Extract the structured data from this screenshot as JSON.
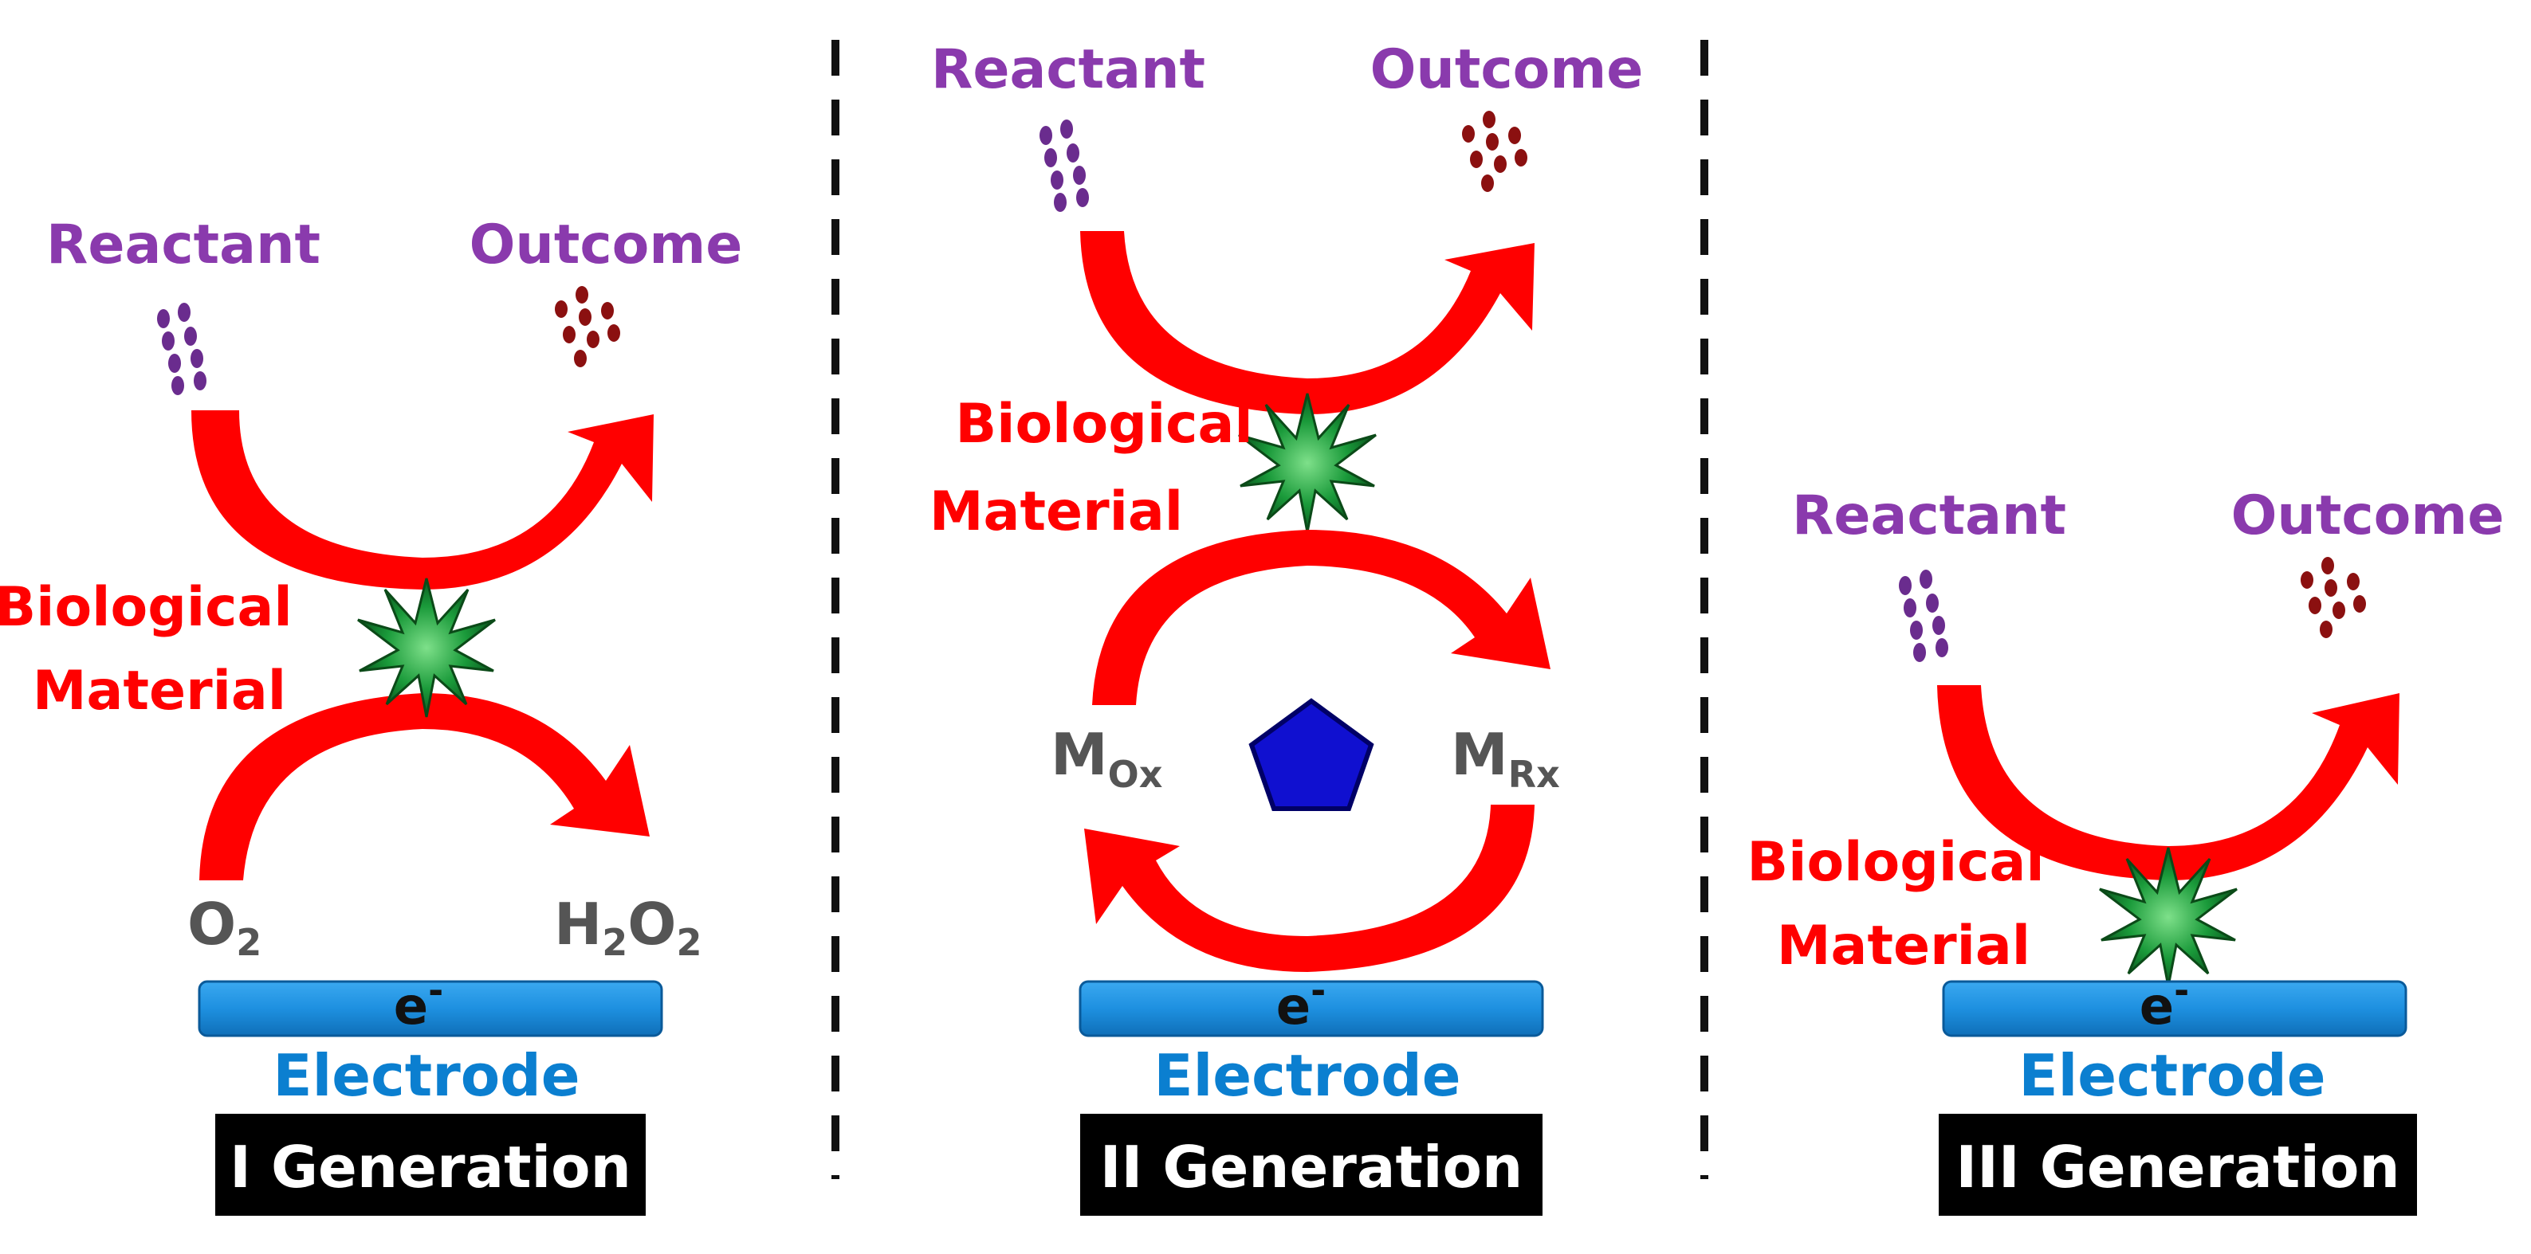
{
  "colors": {
    "arrow": "#ff0000",
    "label_purple": "#8a3aad",
    "label_red": "#ff0000",
    "species_gray": "#555555",
    "electrode_blue": "#1e90e0",
    "star_green": "#1a9a3a",
    "pentagon_blue": "#1010d0",
    "reactant_dots": "#6a2c8e",
    "outcome_dots": "#8b1010"
  },
  "icons": [
    "reactant-dots-icon",
    "outcome-dots-icon",
    "star-enzyme-icon",
    "mediator-pentagon-icon",
    "electrode-icon"
  ],
  "panels": {
    "gen1": {
      "reactant": "Reactant",
      "outcome": "Outcome",
      "bio_line1": "Biological",
      "bio_line2": "Material",
      "o2_main": "O",
      "o2_sub": "2",
      "h2o2_h": "H",
      "h2o2_sub1": "2",
      "h2o2_o": "O",
      "h2o2_sub2": "2",
      "electron": "e",
      "electron_sup": "-",
      "electrode": "Electrode",
      "generation": "I Generation"
    },
    "gen2": {
      "reactant": "Reactant",
      "outcome": "Outcome",
      "bio_line1": "Biological",
      "bio_line2": "Material",
      "m_ox_main": "M",
      "m_ox_sub": "Ox",
      "m_rx_main": "M",
      "m_rx_sub": "Rx",
      "electron": "e",
      "electron_sup": "-",
      "electrode": "Electrode",
      "generation": "II Generation"
    },
    "gen3": {
      "reactant": "Reactant",
      "outcome": "Outcome",
      "bio_line1": "Biological",
      "bio_line2": "Material",
      "electron": "e",
      "electron_sup": "-",
      "electrode": "Electrode",
      "generation": "III Generation"
    }
  }
}
